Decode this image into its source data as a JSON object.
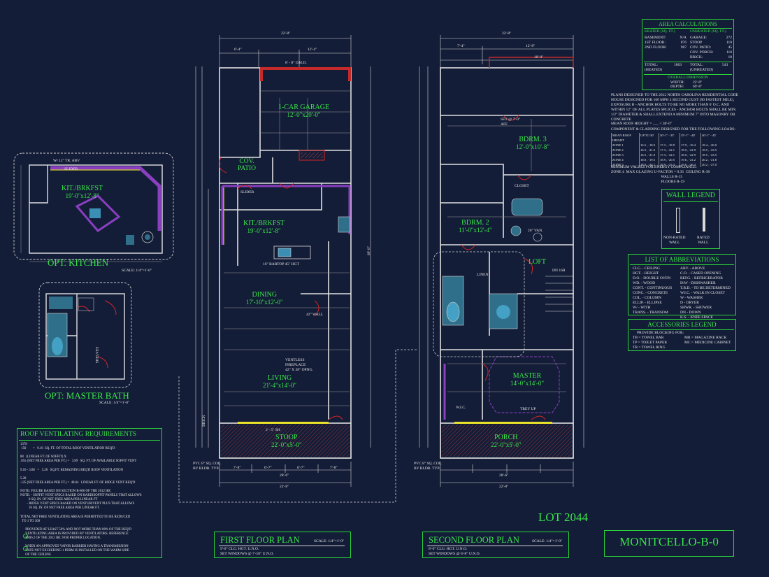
{
  "colors": {
    "background": "#141d38",
    "green": "#39e64a",
    "red": "#d42424",
    "white": "#e6e6e6",
    "purple": "#7a3fb0",
    "yellow": "#e8e02a"
  },
  "first_floor": {
    "rooms": {
      "garage": {
        "name": "1-CAR GARAGE",
        "dim": "12'-0\"x20'-0\""
      },
      "patio": {
        "name": "COV.",
        "name2": "PATIO"
      },
      "kitchen": {
        "name": "KIT./BRKFST",
        "dim": "19'-0\"x12'-8\""
      },
      "dining": {
        "name": "DINING",
        "dim": "17'-10\"x12'-0\""
      },
      "living": {
        "name": "LIVING",
        "dim": "21'-4\"x14'-0\""
      },
      "stoop": {
        "name": "STOOP",
        "dim": "22'-0\"x5'-0\""
      }
    },
    "dims": {
      "overall": "22'-8\"",
      "left": "6'-4\"",
      "right": "12'-4\"",
      "garage_door": "8' - 8\" O.H.D.",
      "bot_a": "7'-8\"",
      "bot_b": "6'-7\"",
      "bot_c": "6'-7\"",
      "bot_d": "7'-8\"",
      "bot_total": "28'-6\"",
      "bot_total2": "22'-8\"",
      "side": "69'-8\""
    },
    "notes": {
      "col": "PVC 8\" SQ. COL.\nBY BLDR. TYP.",
      "bartop": "16\" BARTOP 45\" HGT",
      "fireplace": "VENTLESS\nFIREPLACE\n42\" X 38\" OPNG.",
      "wall": "42\" WALL",
      "sh": "2 - 5\" SH",
      "slider": "SLIDER",
      "bin": "BRICK"
    },
    "title": "FIRST FLOOR PLAN",
    "scale": "SCALE: 1/4\"=1'-0\"",
    "sub": "9'-0\" CLG. HGT. U.N.O.\nSET WINDOWS @ 7'-10\" U.N.O."
  },
  "second_floor": {
    "rooms": {
      "bdrm3": {
        "name": "BDRM. 3",
        "dim": "12'-0\"x10'-8\""
      },
      "bdrm2": {
        "name": "BDRM. 2",
        "dim": "11'-0\"x12'-4\""
      },
      "loft": {
        "name": "LOFT"
      },
      "master": {
        "name": "MASTER",
        "dim": "14'-0\"x14'-0\""
      },
      "porch": {
        "name": "PORCH",
        "dim": "22'-0\"x5'-0\""
      },
      "closet": {
        "name": "CLOSET"
      },
      "linen": {
        "name": "LINEN"
      },
      "wic": {
        "name": "W.I.C."
      }
    },
    "dims": {
      "overall": "22'-8\"",
      "a": "7'-4\"",
      "b": "12'-8\"",
      "c": "18'-0\"",
      "bot_total": "28'-6\"",
      "bot_total2": "22'-8\""
    },
    "notes": {
      "set": "SET @ 7'-0\"\nAFF",
      "dn": "DN 16R",
      "vanity": "20\" VAN.",
      "tray": "TREY UP",
      "col": "PVC 8\" SQ. COL.\nBY BLDR. TYP."
    },
    "title": "SECOND FLOOR PLAN",
    "scale": "SCALE: 1/4\"=1'-0\"",
    "sub": "8'-0\" CLG. HGT. U.N.O.\nSET WINDOWS @ 6'-8\" U.N.O."
  },
  "opt_kitchen": {
    "title": "OPT. KITCHEN",
    "scale": "SCALE: 1/4\"=1'-0\"",
    "room": "KIT./BRKFST",
    "dim": "19'-0\"x12'-8\"",
    "slider": "SLIDER",
    "note": "W/ 12\" TR. ABV"
  },
  "opt_bath": {
    "title": "OPT: MASTER BATH",
    "scale": "SCALE: 1/4\"=1'-0\"",
    "shelves": "SHELVES"
  },
  "area": {
    "title": "AREA CALCULATIONS",
    "heated_hdr": "HEATED (SQ. FT.)",
    "unheated_hdr": "UNHEATED (SQ. FT.)",
    "heated": [
      [
        "BASEMENT:",
        "N/A"
      ],
      [
        "1ST FLOOR:",
        "876"
      ],
      [
        "2ND FLOOR:",
        "987"
      ]
    ],
    "unheated": [
      [
        "GARAGE:",
        "272"
      ],
      [
        "STOOP",
        "110"
      ],
      [
        "COV. PATIO:",
        "45"
      ],
      [
        "COV. PORCH:",
        "110"
      ],
      [
        "BRICK:",
        "18"
      ]
    ],
    "total_label": "TOTAL:",
    "heated_total": "1863",
    "unheated_total": "543",
    "heated_sub": "(HEATED)",
    "unheated_sub": "(UNHEATED)",
    "overall_hdr": "OVERALL DIMENSION",
    "width_label": "WIDTH:",
    "width": "22'-8\"",
    "depth_label": "DEPTH:",
    "depth": "69'-8\""
  },
  "code_notes": "PLANS DESIGNED TO THE 2012 NORTH CAROLINA RESIDENTIAL CODE\nHOUSE DESIGNED FOR 100 MPH 3 SECOND GUST (90 FASTEST MILE),\nEXPOSURE B - ANCHOR BOLTS TO BE NO MORE THAN 6' O.C. AND\nWITHIN 12\" OF ALL PLATES SPLICES - ANCHOR BOLTS SHALL BE MIN.\n1/2\" DIAMETER & SHALL EXTEND A MINIMUM 7\" INTO MASONRY OR\nCONCRETE",
  "roof_height": "MEAN ROOF HEIGHT = ___ < 30'-0\"",
  "loads_title": "COMPONENT & CLADDING DESIGNED FOR THE FOLLOWING LOADS:",
  "loads_header": [
    "MEAN ROOF HEIGHT",
    "UP TO 30'",
    "30'-1\" - 35'",
    "35'-1\" - 40'",
    "40'-1\" - 45'"
  ],
  "loads": [
    [
      "ZONE 1",
      "16.5 , -18.0",
      "17.3 , -18.9",
      "17.9 , -19.4",
      "18.4 , -20.0"
    ],
    [
      "ZONE 2",
      "16.5 , -21.0",
      "17.3 , -22.1",
      "18.0 , -22.9",
      "18.5 , -23.5"
    ],
    [
      "ZONE 3",
      "16.5 , -21.0",
      "17.3 , -22.1",
      "18.0 , -22.9",
      "18.5 , -23.5"
    ],
    [
      "ZONE 4",
      "18.0 , -19.5",
      "18.9 , -20.5",
      "19.6 , -21.2",
      "20.2 , -21.8"
    ],
    [
      "ZONE 5",
      "18.0 , -24.1",
      "18.9 , -25.3",
      "19.6 , -26.3",
      "20.2 , -27.0"
    ]
  ],
  "energy": "MINIMUM VALUES FOR ENERGY COMPLIANCE:\nZONE 4  MAX GLAZING U-FACTOR = 0.35  CEILING R-38\n                                                    WALLS R-15\n                                                    FLOORS R-19",
  "wall_legend": {
    "title": "WALL LEGEND",
    "non_rated": "NON-RATED\nWALL",
    "rated": "RATED\nWALL"
  },
  "abbrev": {
    "title": "LIST OF ABBREVIATIONS",
    "left": "CLG. - CEILING\nHGT. - HEIGHT\nD.O. - DOUBLE OVEN\nWD. - WOOD\nCONT. - CONTINUOUS\nCONC. - CONCRETE\nCOL. - COLUMN\nELLIP. - ELLIPSE\nW/ - WITH\nTRANS. - TRANSOM",
    "right": "ABV. - ABOVE\nC.O. - CASED OPENING\nREFG. - REFRIGERATOR\nD/W - DISHWASHER\nT.B.D. - TO BE DETERMINED\nW.I.C. - WALK IN CLOSET\nW - WASHER\nD - DRYER\nSHWR. - SHOWER\nDN - DOWN\nK.S. - KNEE SPACE"
  },
  "accessories": {
    "title": "ACCESSORIES LEGEND",
    "sub": "PROVIDE BLOCKING FOR:",
    "left": "TB = TOWEL BAR\nTP = TOILET PAPER\nTR = TOWEL RING",
    "right": "MR = MAGAZINE RACK\nMC = MEDICINE CABINET"
  },
  "roof_vent": {
    "title": "ROOF VENTILATING REQUIREMENTS",
    "body": "1378\n 150        =   9.16  SQ. FT. OF TOTAL ROOF VENTILATION REQ'D\n\n88   (LINEAR FT. OF SOFFIT) X\n.055 (NET FREE AREA PER FT.) =   3.89   SQ. FT. OF AVAILABLE SOFFIT VENT\n\n9.16 - 3.88   =   5.28   SQ.FT. REMAINING REQ'D ROOF VENTILATION\n\n5.28\n.125 (NET FREE AREA PER FT.) =  40.64   LINEAR FT. OF RIDGE VENT REQ'D\n\nNOTE: FIGURE BASED ON SECTION R-806 OF THE 2012 IRC\nNOTE: - SOFFIT VENT SPECS BASED ON HARDISOFFIT PANELS THAT ALLOWS\n          8 SQ. IN. OF NET FREE AREA PER LINEAR FT\n        - RIDGE VENT SPECS BASED ON VENTURIVENT PLUS THAT ALLOWS\n          18 SQ. IN. OF NET FREE AREA PER LINEAR FT.\n\nTOTAL NET FREE VENTILATING AREA IS PERMITTED TO BE REDUCED\n  TO 1 TO 300\n\n      PROVIDED AT LEAST 50% AND NOT MORE THAN 80% OF THE REQ'D\n      VENTILATING AREA IS PROVIDED BY VENTILATORS. REFERENCE\n      R806.2 OF THE 2012 IRC FOR PROPER LOCATION.\n\n      WHEN AN APPROVED VAPOR BARRIER HAVING A TRANSMISSION\n      RATE NOT EXCEEDING 1 PERM IS INSTALLED ON THE WARM SIDE\n      OF THE CEILING"
  },
  "lot": "LOT 2044",
  "plan_name": "MONITCELLO-B-0"
}
